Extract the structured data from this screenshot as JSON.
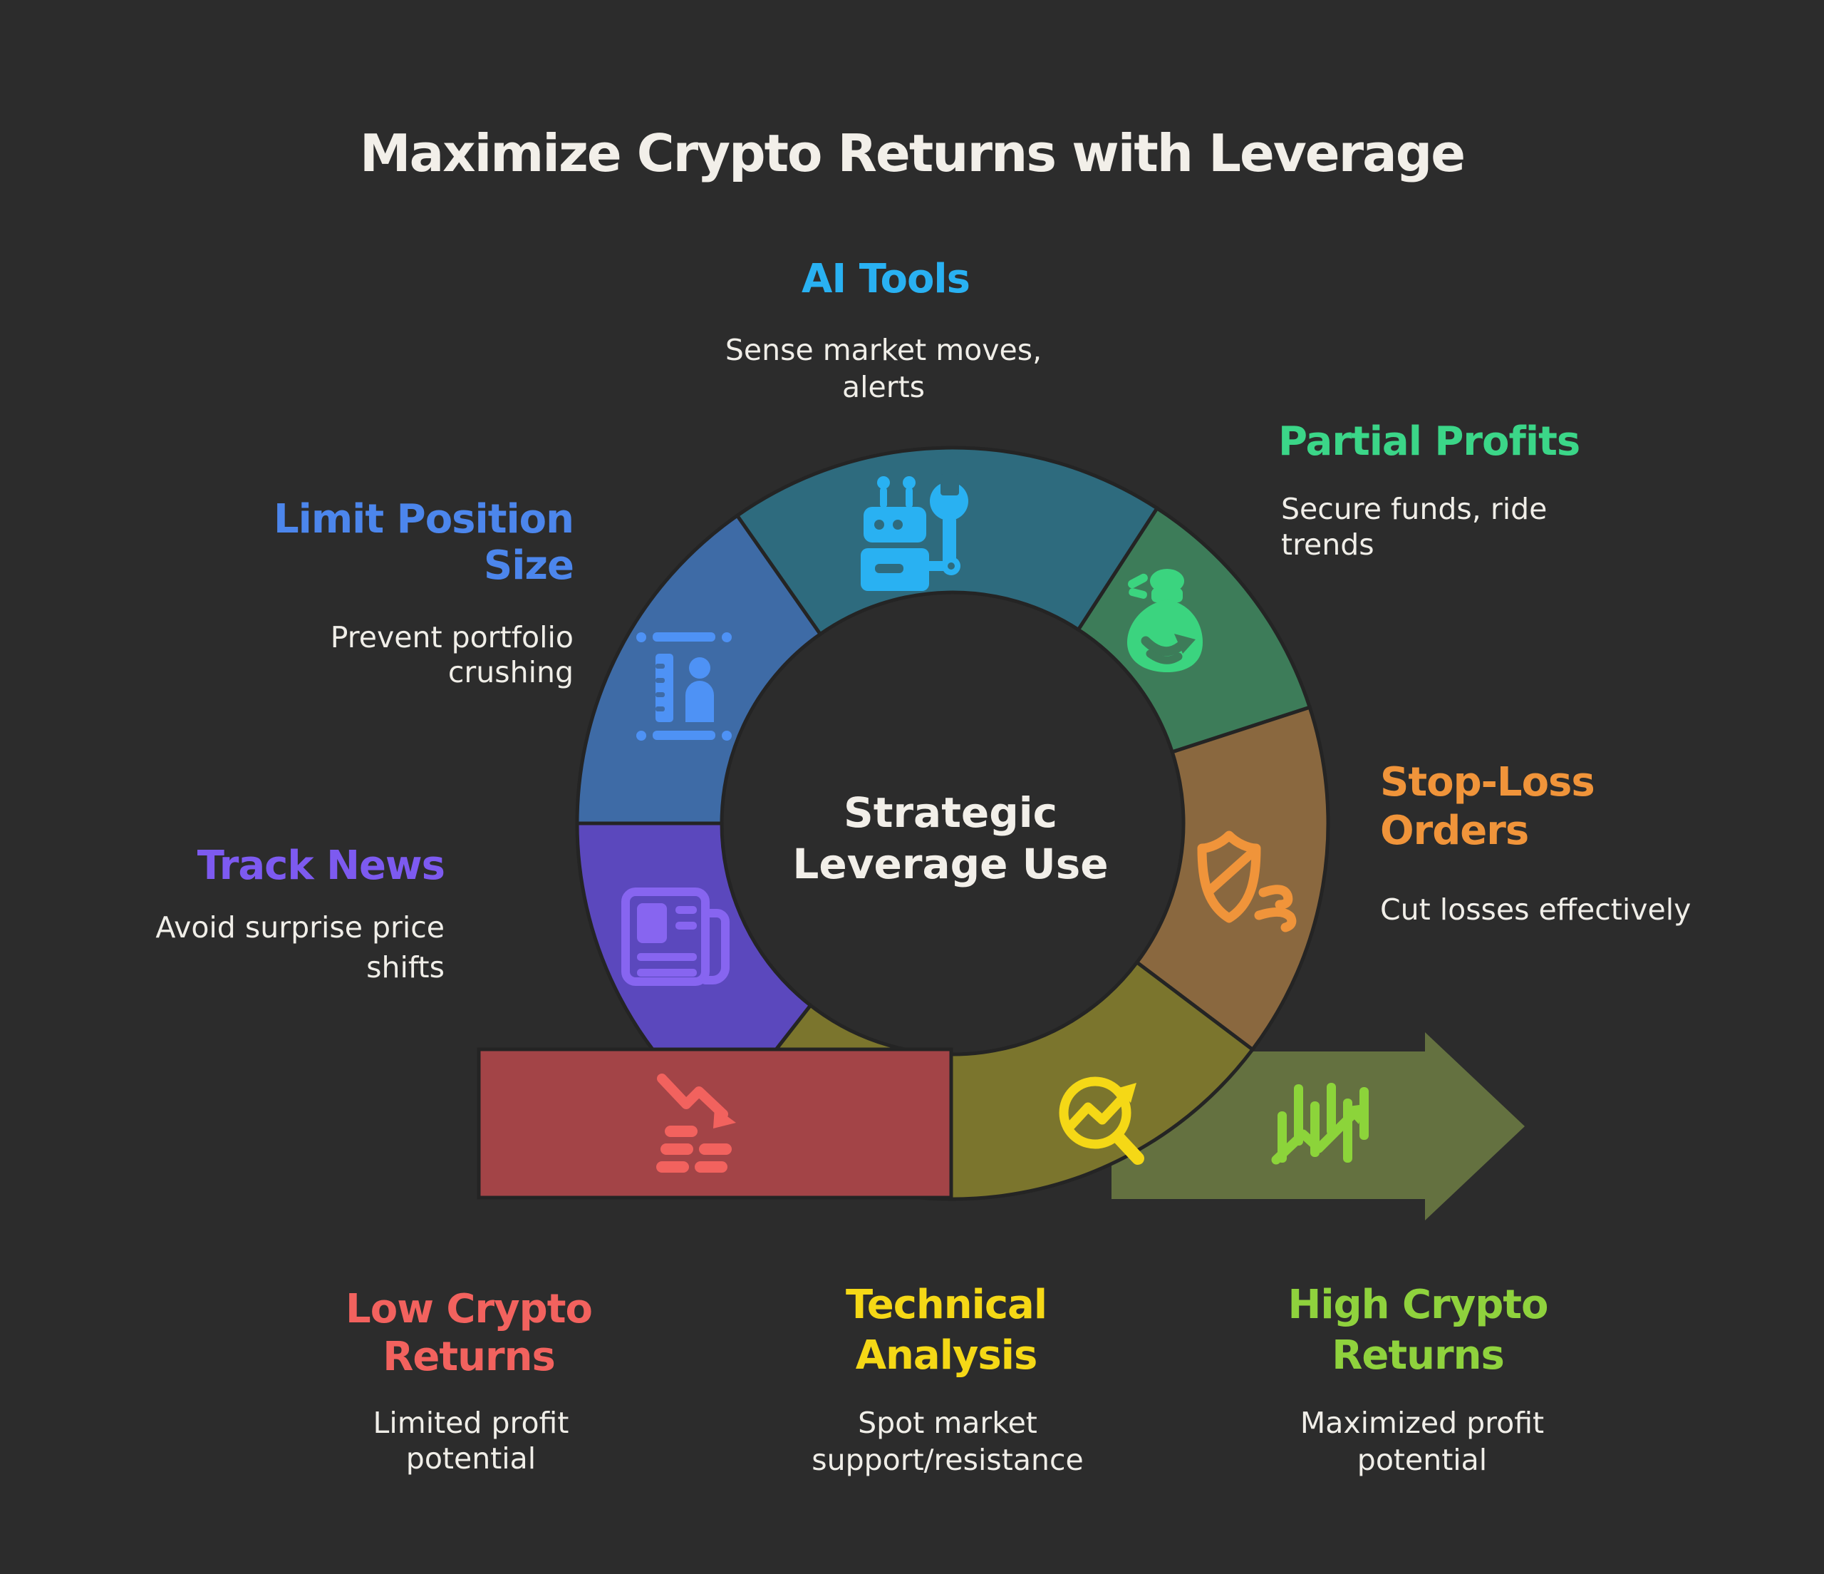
{
  "title": "Maximize Crypto Returns with Leverage",
  "center_label": {
    "line1": "Strategic",
    "line2": "Leverage Use"
  },
  "colors": {
    "background": "#2c2c2c",
    "outline": "#242424",
    "title_text": "#f2efe9",
    "body_text": "#f0eee8",
    "ai_segment": "#2e6b7e",
    "ai_accent": "#29b1f2",
    "partial_segment": "#3d7c59",
    "partial_accent": "#3bd688",
    "stoploss_segment": "#8a683f",
    "stoploss_accent": "#f0943a",
    "technical_segment": "#7b752d",
    "technical_accent": "#f5d816",
    "tracknews_segment": "#5b48bd",
    "tracknews_accent": "#7d5af0",
    "limit_segment": "#3e6ba6",
    "limit_accent": "#4c86ec",
    "low_bar": "#a34447",
    "low_accent": "#f2625e",
    "high_arrow": "#647140",
    "high_accent": "#8fd23d"
  },
  "sections": {
    "ai_tools": {
      "heading_lines": [
        "AI Tools"
      ],
      "desc_lines": [
        "Sense market moves,",
        "alerts"
      ],
      "accent": "#29b1f2",
      "segment": "#2e6b7e",
      "icon": "robot-wrench-icon"
    },
    "partial_profits": {
      "heading_lines": [
        "Partial Profits"
      ],
      "desc_lines": [
        "Secure funds, ride",
        "trends"
      ],
      "accent": "#3bd688",
      "segment": "#3d7c59",
      "icon": "money-bag-icon"
    },
    "stop_loss": {
      "heading_lines": [
        "Stop-Loss",
        "Orders"
      ],
      "desc_lines": [
        "Cut losses effectively"
      ],
      "accent": "#f0943a",
      "segment": "#8a683f",
      "icon": "shield-slash-icon"
    },
    "technical_analysis": {
      "heading_lines": [
        "Technical",
        "Analysis"
      ],
      "desc_lines": [
        "Spot market",
        "support/resistance"
      ],
      "accent": "#f5d816",
      "segment": "#7b752d",
      "icon": "magnifier-trend-icon"
    },
    "track_news": {
      "heading_lines": [
        "Track News"
      ],
      "desc_lines": [
        "Avoid surprise price",
        "shifts"
      ],
      "accent": "#7d5af0",
      "segment": "#5b48bd",
      "icon": "newspaper-icon"
    },
    "limit_position": {
      "heading_lines": [
        "Limit Position",
        "Size"
      ],
      "desc_lines": [
        "Prevent portfolio",
        "crushing"
      ],
      "accent": "#4c86ec",
      "segment": "#3e6ba6",
      "icon": "position-size-icon"
    },
    "low_returns": {
      "heading_lines": [
        "Low Crypto",
        "Returns"
      ],
      "desc_lines": [
        "Limited profit",
        "potential"
      ],
      "accent": "#f2625e",
      "segment": "#a34447",
      "icon": "declining-chart-icon"
    },
    "high_returns": {
      "heading_lines": [
        "High Crypto",
        "Returns"
      ],
      "desc_lines": [
        "Maximized profit",
        "potential"
      ],
      "accent": "#8fd23d",
      "segment": "#647140",
      "icon": "candlestick-up-icon"
    }
  }
}
